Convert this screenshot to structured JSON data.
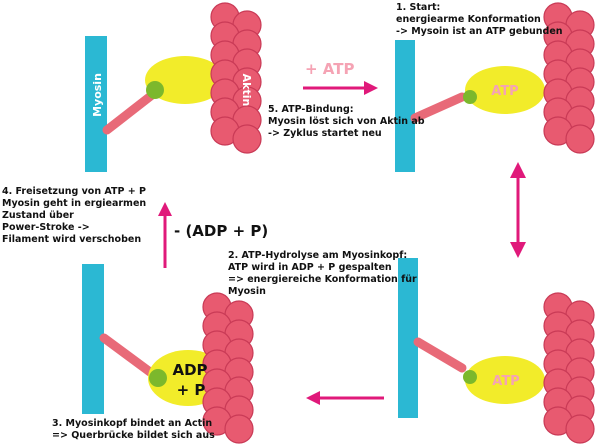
{
  "labels": {
    "myosin": "Myosin",
    "aktin": "Aktin",
    "atp": "ATP",
    "adp": "ADP",
    "plus_p": "+ P",
    "plus_atp": "+ ATP",
    "minus_adp_p": "- (ADP + P)"
  },
  "steps": [
    {
      "lines": [
        "1. Start:",
        "energiearme Konformation",
        "-> Mysoin ist an ATP gebunden"
      ]
    },
    {
      "lines": [
        "2. ATP-Hydrolyse am Myosinkopf:",
        "ATP wird in ADP + P gespalten",
        "=> energiereiche Konformation für",
        "Myosin"
      ]
    },
    {
      "lines": [
        "3. Myosinkopf bindet an Actin",
        "=> Querbrücke bildet sich aus"
      ]
    },
    {
      "lines": [
        "4. Freisetzung von ATP + P",
        "Myosin geht in ergiearmen",
        "Zustand über",
        "Power-Stroke ->",
        "Filament wird verschoben"
      ]
    },
    {
      "lines": [
        "5. ATP-Bindung:",
        "Myosin löst sich von Aktin ab",
        "-> Zyklus startet neu"
      ]
    }
  ],
  "colors": {
    "myosin": "#2bb8d3",
    "actin": "#e85a70",
    "actin_stroke": "#c93a56",
    "head": "#f2ec2a",
    "neck": "#e86a78",
    "dot": "#7cb82c",
    "arrow": "#e0197a",
    "atp_text": "#f5a3b4"
  }
}
